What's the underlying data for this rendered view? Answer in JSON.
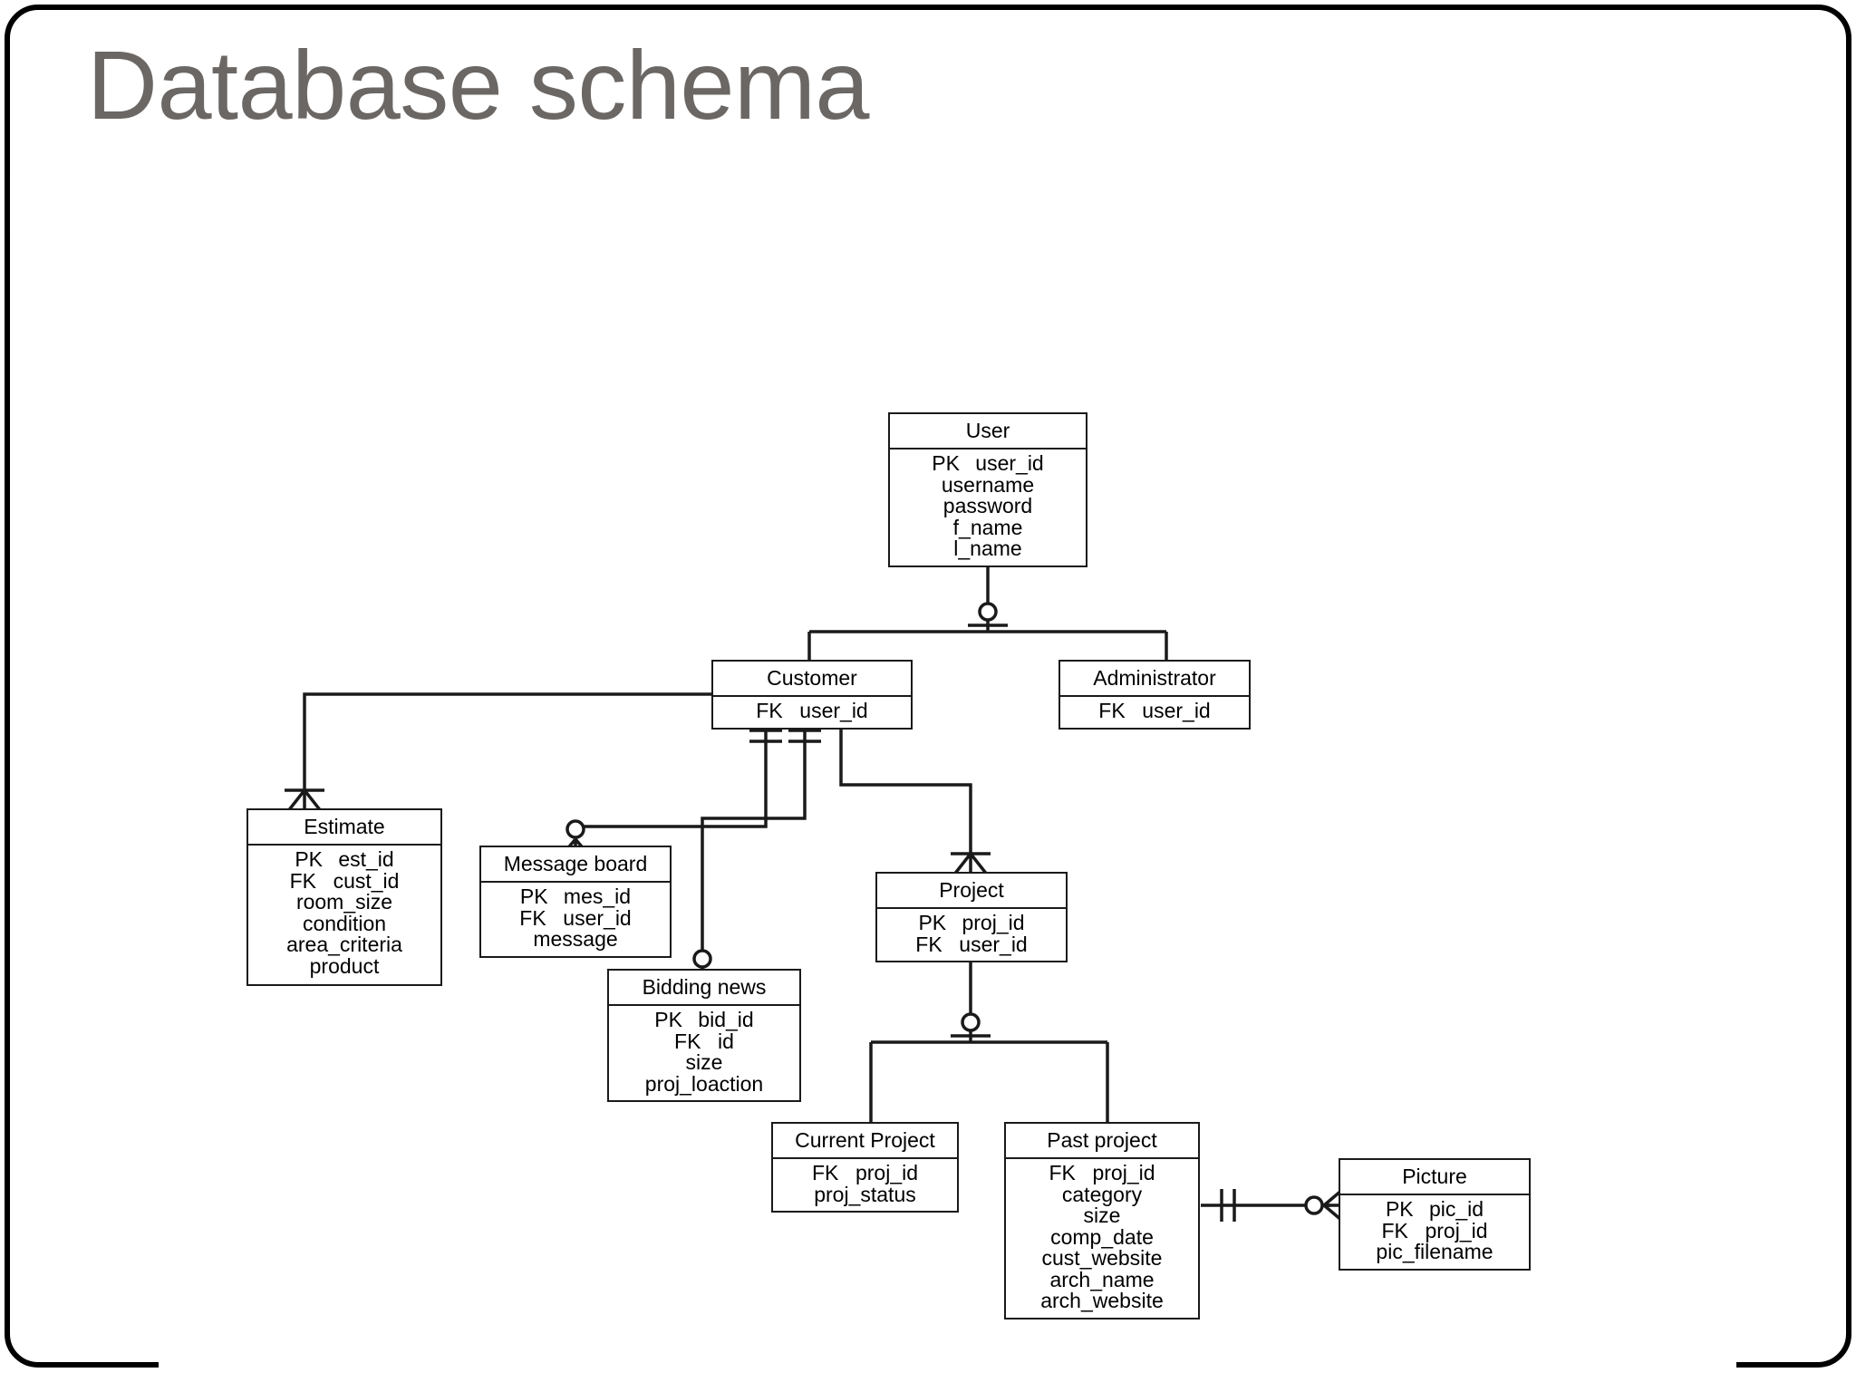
{
  "slide": {
    "title": "Database schema",
    "title_color": "#6b6764",
    "background": "#ffffff",
    "frame_color": "#000000"
  },
  "diagram": {
    "type": "entity-relationship-diagram",
    "notation": "crow's foot",
    "line_color": "#1a1a1a",
    "entities": [
      {
        "id": "user",
        "name": "User",
        "attributes": [
          {
            "key": "PK",
            "name": "user_id"
          },
          {
            "key": "",
            "name": "username"
          },
          {
            "key": "",
            "name": "password"
          },
          {
            "key": "",
            "name": "f_name"
          },
          {
            "key": "",
            "name": "l_name"
          }
        ]
      },
      {
        "id": "customer",
        "name": "Customer",
        "attributes": [
          {
            "key": "FK",
            "name": "user_id"
          }
        ]
      },
      {
        "id": "administrator",
        "name": "Administrator",
        "attributes": [
          {
            "key": "FK",
            "name": "user_id"
          }
        ]
      },
      {
        "id": "estimate",
        "name": "Estimate",
        "attributes": [
          {
            "key": "PK",
            "name": "est_id"
          },
          {
            "key": "FK",
            "name": "cust_id"
          },
          {
            "key": "",
            "name": "room_size"
          },
          {
            "key": "",
            "name": "condition"
          },
          {
            "key": "",
            "name": "area_criteria"
          },
          {
            "key": "",
            "name": "product"
          }
        ]
      },
      {
        "id": "message-board",
        "name": "Message board",
        "attributes": [
          {
            "key": "PK",
            "name": "mes_id"
          },
          {
            "key": "FK",
            "name": "user_id"
          },
          {
            "key": "",
            "name": "message"
          }
        ]
      },
      {
        "id": "bidding-news",
        "name": "Bidding news",
        "attributes": [
          {
            "key": "PK",
            "name": "bid_id"
          },
          {
            "key": "FK",
            "name": "id"
          },
          {
            "key": "",
            "name": "size"
          },
          {
            "key": "",
            "name": "proj_loaction"
          }
        ]
      },
      {
        "id": "project",
        "name": "Project",
        "attributes": [
          {
            "key": "PK",
            "name": "proj_id"
          },
          {
            "key": "FK",
            "name": "user_id"
          }
        ]
      },
      {
        "id": "current-project",
        "name": "Current Project",
        "attributes": [
          {
            "key": "FK",
            "name": "proj_id"
          },
          {
            "key": "",
            "name": "proj_status"
          }
        ]
      },
      {
        "id": "past-project",
        "name": "Past project",
        "attributes": [
          {
            "key": "FK",
            "name": "proj_id"
          },
          {
            "key": "",
            "name": "category"
          },
          {
            "key": "",
            "name": "size"
          },
          {
            "key": "",
            "name": "comp_date"
          },
          {
            "key": "",
            "name": "cust_website"
          },
          {
            "key": "",
            "name": "arch_name"
          },
          {
            "key": "",
            "name": "arch_website"
          }
        ]
      },
      {
        "id": "picture",
        "name": "Picture",
        "attributes": [
          {
            "key": "PK",
            "name": "pic_id"
          },
          {
            "key": "FK",
            "name": "proj_id"
          },
          {
            "key": "",
            "name": "pic_filename"
          }
        ]
      }
    ],
    "relationships": [
      {
        "from": "user",
        "to": "customer",
        "from_cardinality": "zero-or-one",
        "to_cardinality": "one"
      },
      {
        "from": "user",
        "to": "administrator",
        "from_cardinality": "zero-or-one",
        "to_cardinality": "one"
      },
      {
        "from": "customer",
        "to": "estimate",
        "from_cardinality": "one",
        "to_cardinality": "one-or-many"
      },
      {
        "from": "customer",
        "to": "message-board",
        "from_cardinality": "one-and-only-one",
        "to_cardinality": "zero-or-many"
      },
      {
        "from": "customer",
        "to": "bidding-news",
        "from_cardinality": "one-and-only-one",
        "to_cardinality": "zero-or-many"
      },
      {
        "from": "customer",
        "to": "project",
        "from_cardinality": "one",
        "to_cardinality": "one-or-many"
      },
      {
        "from": "project",
        "to": "current-project",
        "from_cardinality": "zero-or-one",
        "to_cardinality": "one"
      },
      {
        "from": "project",
        "to": "past-project",
        "from_cardinality": "zero-or-one",
        "to_cardinality": "one"
      },
      {
        "from": "past-project",
        "to": "picture",
        "from_cardinality": "one-and-only-one",
        "to_cardinality": "zero-or-many"
      }
    ]
  }
}
